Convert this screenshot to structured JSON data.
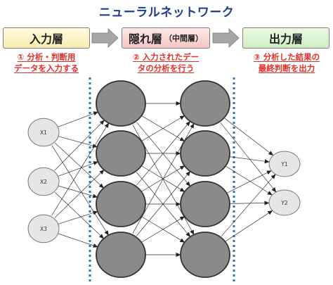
{
  "title": "ニューラルネットワーク",
  "layers": {
    "input": {
      "header": "入力層",
      "desc_line1": "① 分析・判断用",
      "desc_line2": "データを入力する"
    },
    "hidden": {
      "header": "隠れ層",
      "header_sub": "（中間層）",
      "desc_line1": "② 入力されたデー",
      "desc_line2": "タの分析を行う"
    },
    "output": {
      "header": "出力層",
      "desc_line1": "③ 分析した結果の",
      "desc_line2": "最終判断を出力"
    }
  },
  "input_nodes": [
    "X1",
    "X2",
    "X3"
  ],
  "output_nodes": [
    "Y1",
    "Y2"
  ],
  "hidden_layer_count": 2,
  "hidden_nodes_per_layer": 4,
  "colors": {
    "title": "#1f3c88",
    "desc_text": "#e0302b",
    "hidden_node": "#8a8a8a",
    "io_node": "#e6e6e6",
    "divider": "#2e75b6",
    "arrow": "#a6a6a6"
  }
}
